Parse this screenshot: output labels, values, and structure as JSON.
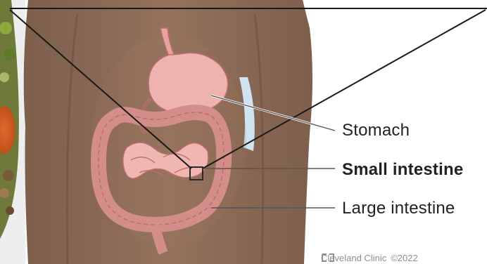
{
  "labels": {
    "stomach": "Stomach",
    "small_intestine": "Small intestine",
    "large_intestine": "Large intestine"
  },
  "credit": {
    "source": "Cleveland Clinic",
    "copyright": "©2022"
  },
  "colors": {
    "skin": "#8a6a55",
    "skin_dark": "#6b4f3e",
    "organ": "#e8a3a0",
    "organ_outline": "#b96e6d",
    "leader_line": "#555555",
    "zoom_line": "#1a1a1a",
    "kidney_blue": "#cfe3f2"
  }
}
